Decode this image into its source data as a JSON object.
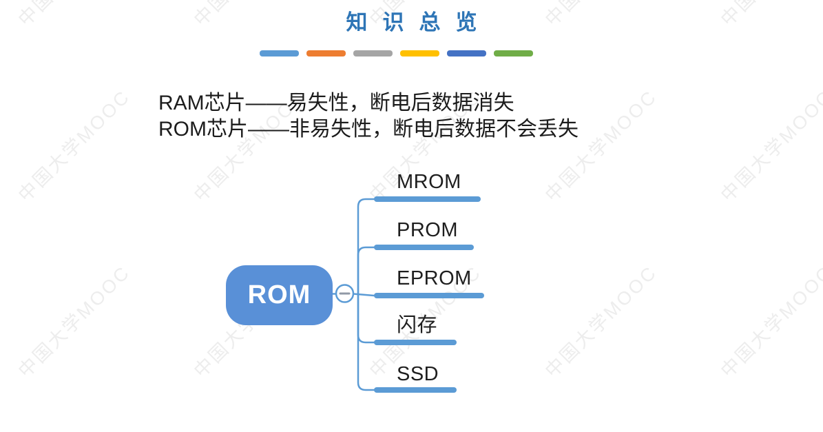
{
  "slide": {
    "title": "知识总览",
    "divider_colors": [
      "#5B9BD5",
      "#ED7D31",
      "#A5A5A5",
      "#FFC000",
      "#4472C4",
      "#70AD47"
    ],
    "notes": [
      "RAM芯片——易失性，断电后数据消失",
      "ROM芯片——非易失性，断电后数据不会丢失"
    ]
  },
  "mindmap": {
    "root": {
      "label": "ROM"
    },
    "toggle_icon": "minus",
    "children": [
      {
        "label": "MROM"
      },
      {
        "label": "PROM"
      },
      {
        "label": "EPROM"
      },
      {
        "label": "闪存"
      },
      {
        "label": "SSD"
      }
    ],
    "colors": {
      "node": "#5990D7",
      "branch": "#5B9BD5"
    }
  },
  "watermark": {
    "text": "中国大学MOOC",
    "color": "#EDEDED"
  }
}
